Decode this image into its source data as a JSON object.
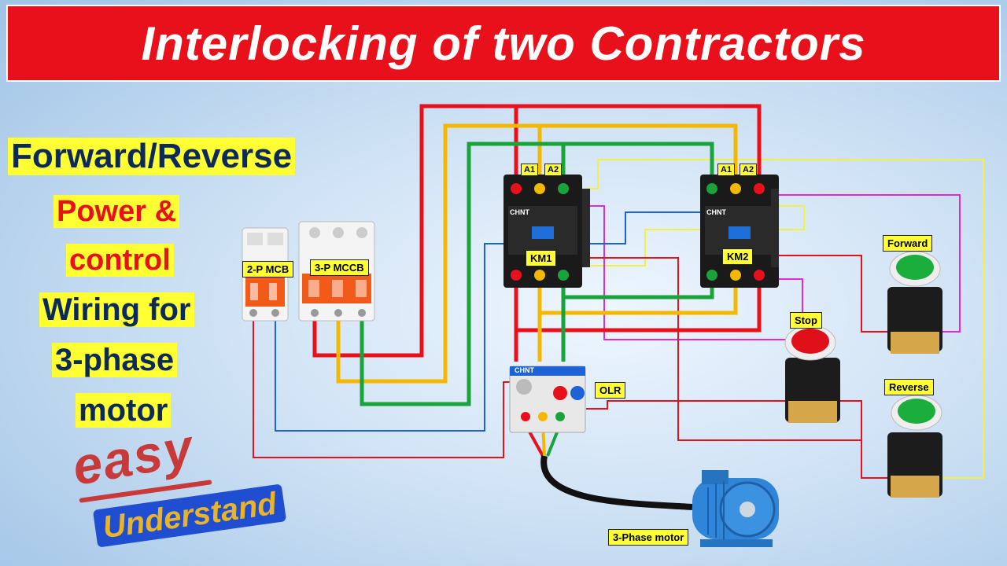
{
  "banner": {
    "title": "Interlocking of two Contractors"
  },
  "left_text": {
    "line1": "Forward/Reverse",
    "line2": "Power &",
    "line3": "control",
    "line4": "Wiring for",
    "line5": "3-phase",
    "line6": "motor"
  },
  "logo": {
    "easy": "easy",
    "understand": "Understand"
  },
  "labels": {
    "mcb2": "2-P MCB",
    "mccb3": "3-P MCCB",
    "a1": "A1",
    "a2": "A2",
    "km1": "KM1",
    "km2": "KM2",
    "olr": "OLR",
    "forward": "Forward",
    "stop": "Stop",
    "reverse": "Reverse",
    "motor": "3-Phase motor",
    "brand": "CHNT"
  },
  "colors": {
    "banner": "#e8101a",
    "highlight": "#ffff33",
    "wire_red": "#e8101a",
    "wire_yellow": "#f5b800",
    "wire_green": "#1aa33a",
    "wire_blue": "#1e63d6",
    "wire_magenta": "#e02ad8",
    "wire_lightyellow": "#f2ee4a",
    "button_green": "#1cae3c",
    "button_red": "#e0101a",
    "motor_blue": "#2f86d8"
  }
}
